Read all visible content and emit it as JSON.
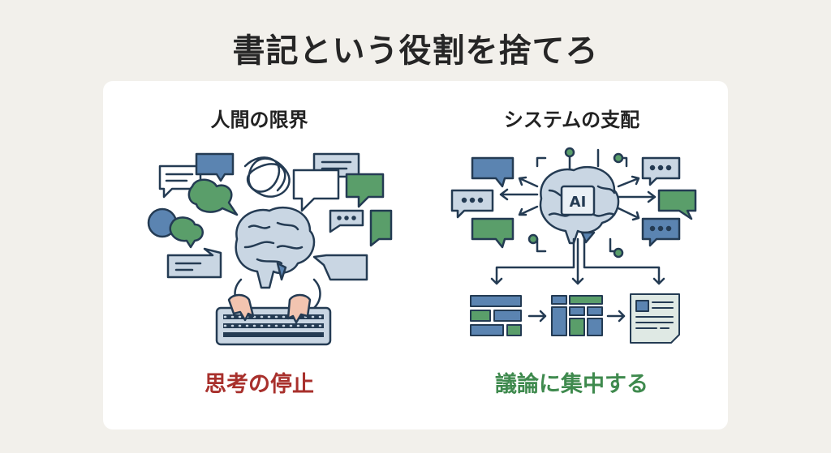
{
  "title": "書記という役割を捨てろ",
  "left_panel": {
    "heading": "人間の限界",
    "caption": "思考の停止",
    "caption_color": "#a8302c"
  },
  "right_panel": {
    "heading": "システムの支配",
    "caption": "議論に集中する",
    "caption_color": "#3f8a4e",
    "chip_label": "AI"
  },
  "colors": {
    "navy": "#243b53",
    "blue": "#5b84b1",
    "light": "#c9d6e3",
    "green": "#5a9e6a",
    "skin": "#f2c4b0"
  }
}
